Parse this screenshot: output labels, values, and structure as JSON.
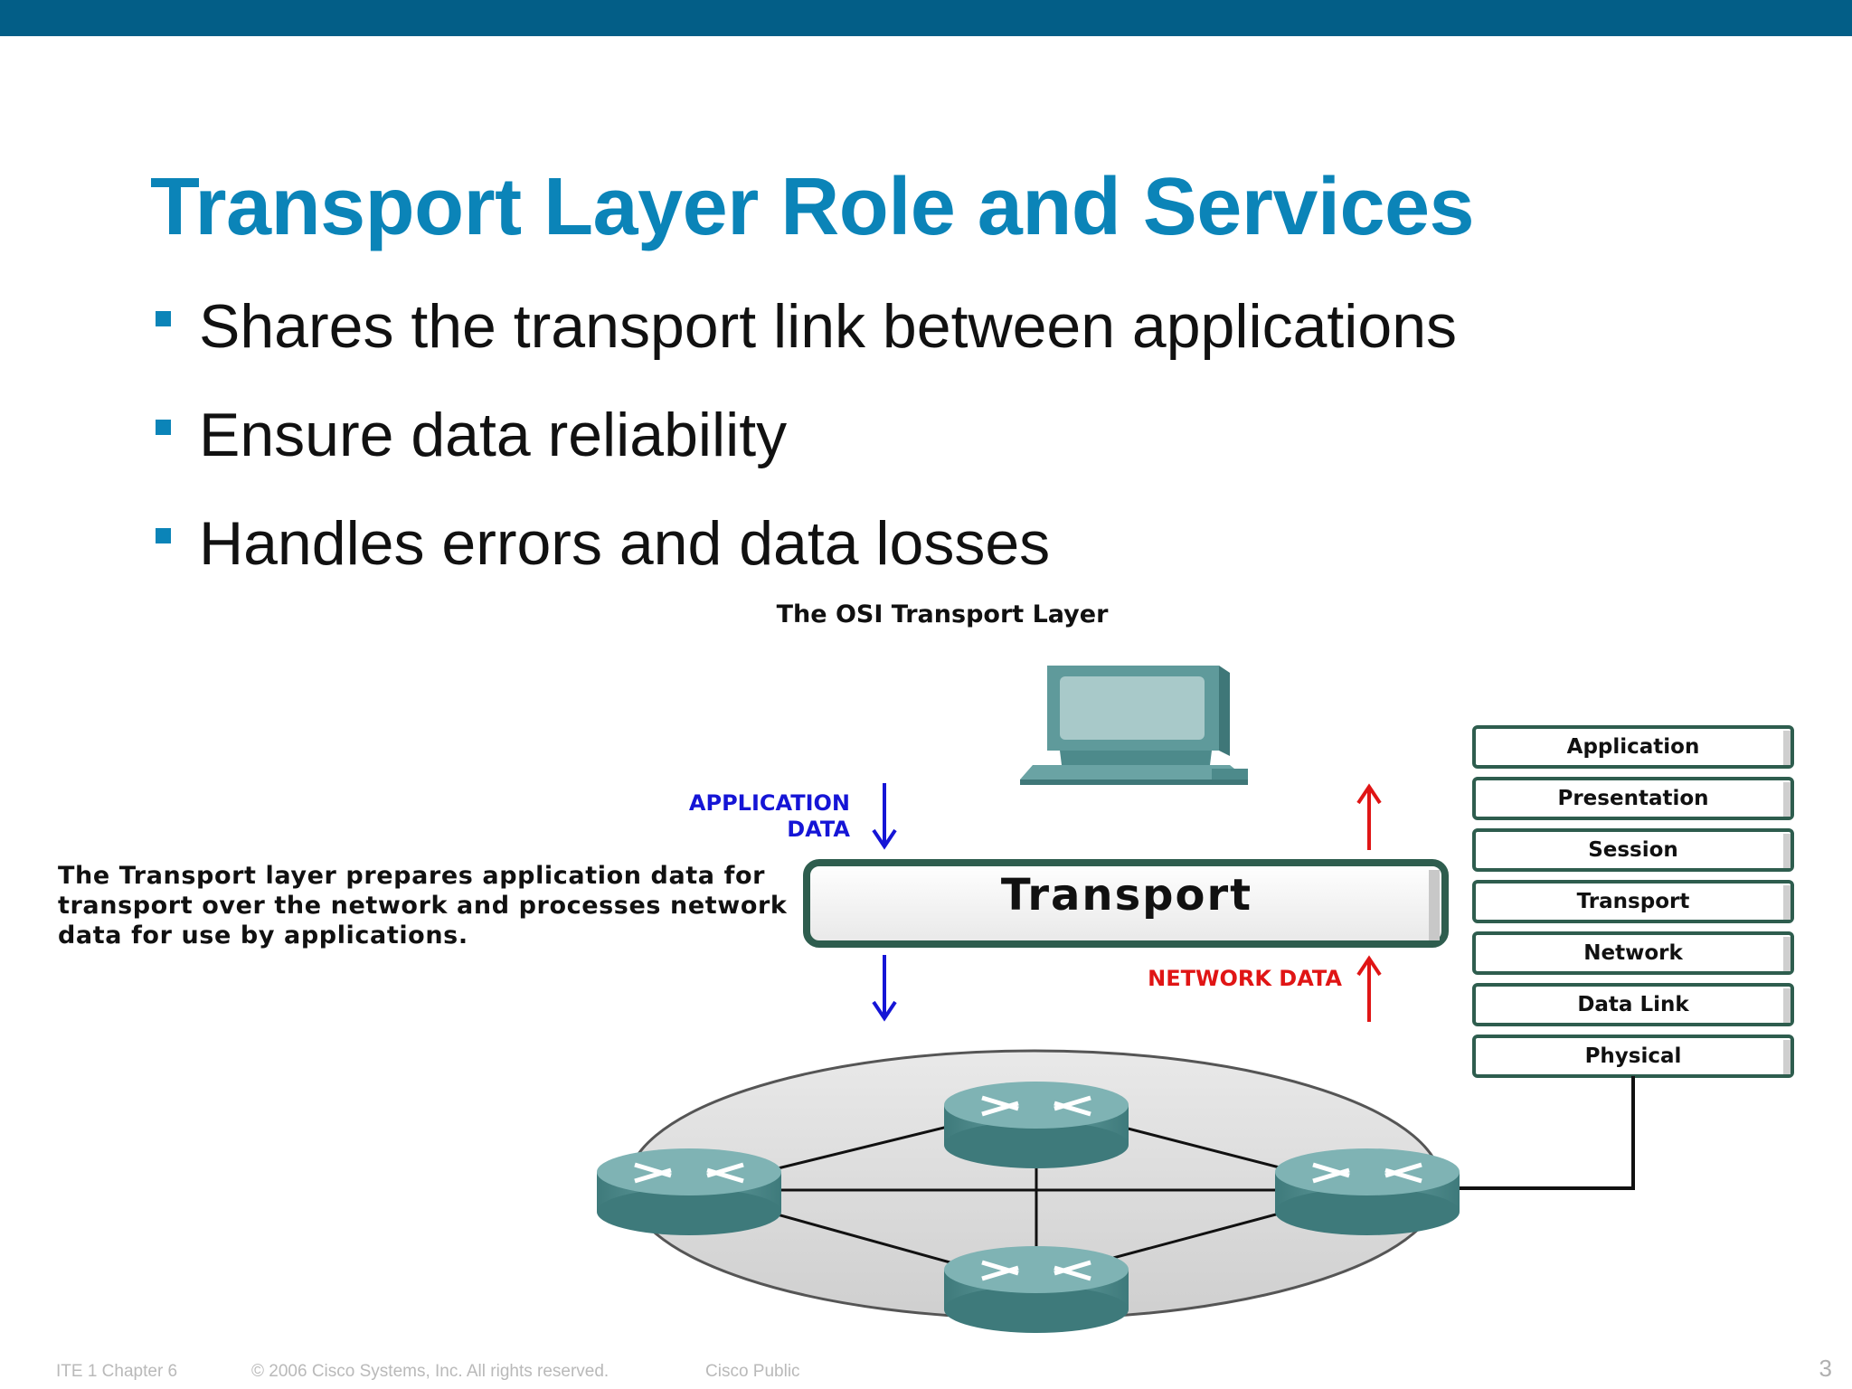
{
  "slide": {
    "title": "Transport Layer Role and Services",
    "bullets": [
      "Shares the transport link between applications",
      "Ensure data reliability",
      "Handles errors and data losses"
    ]
  },
  "figure": {
    "title": "The OSI Transport Layer",
    "app_data_line1": "APPLICATION",
    "app_data_line2": "DATA",
    "network_data": "NETWORK DATA",
    "transport_box": "Transport",
    "description": "The Transport layer prepares application data for transport over the network and processes network data for use by applications.",
    "osi_layers": [
      "Application",
      "Presentation",
      "Session",
      "Transport",
      "Network",
      "Data Link",
      "Physical"
    ],
    "colors": {
      "app_data": "#1515d6",
      "network_data": "#e01515",
      "device": "#5a9596"
    }
  },
  "footer": {
    "left": "ITE 1 Chapter 6",
    "copyright": "© 2006 Cisco Systems, Inc. All rights reserved.",
    "classification": "Cisco Public",
    "page": "3"
  }
}
